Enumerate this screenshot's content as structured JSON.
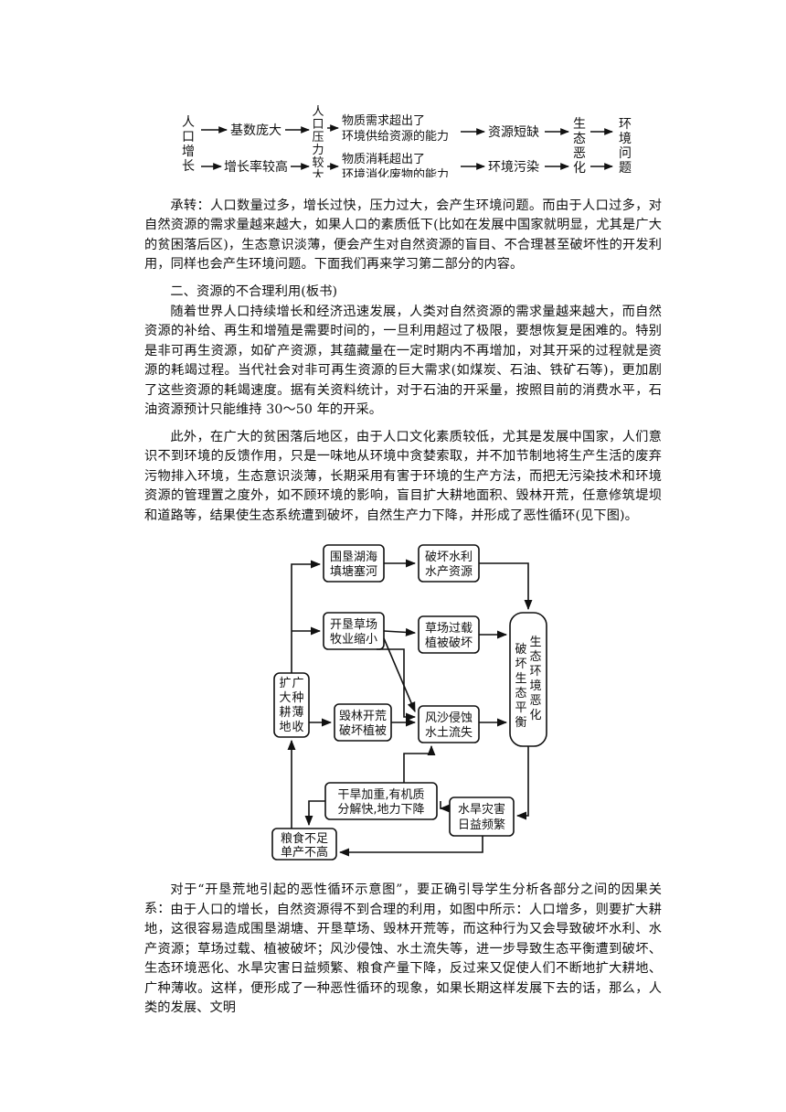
{
  "top_flow": {
    "start_chars": [
      "人",
      "口",
      "增",
      "长"
    ],
    "row1": [
      "基数庞大",
      "物质需求超出了",
      "环境供给资源的能力",
      "资源短缺"
    ],
    "row2": [
      "增长率较高",
      "物质消耗超出了",
      "环境消化废物的能力",
      "环境污染"
    ],
    "pressure_chars": [
      "人",
      "口",
      "压",
      "力",
      "较",
      "大"
    ],
    "eco_chars": [
      "生",
      "态",
      "恶",
      "化"
    ],
    "env_chars": [
      "环",
      "境",
      "问",
      "题"
    ]
  },
  "text": {
    "p1": "承转：人口数量过多，增长过快，压力过大，会产生环境问题。而由于人口过多，对自然资源的需求量越来越大，如果人口的素质低下(比如在发展中国家就明显，尤其是广大的贫困落后区)，生态意识淡薄，便会产生对自然资源的盲目、不合理甚至破坏性的开发利用，同样也会产生环境问题。下面我们再来学习第二部分的内容。",
    "p2": "二、资源的不合理利用(板书)",
    "p3": "随着世界人口持续增长和经济迅速发展，人类对自然资源的需求量越来越大，而自然资源的补给、再生和增殖是需要时间的，一旦利用超过了极限，要想恢复是困难的。特别是非可再生资源，如矿产资源，其蕴藏量在一定时期内不再增加，对其开采的过程就是资源的耗竭过程。当代社会对非可再生资源的巨大需求(如煤炭、石油、铁矿石等)，更加剧了这些资源的耗竭速度。据有关资料统计，对于石油的开采量，按照目前的消费水平，石油资源预计只能维持 30～50 年的开采。",
    "p4": "此外，在广大的贫困落后地区，由于人口文化素质较低，尤其是发展中国家，人们意识不到环境的反馈作用，只是一味地从环境中贪婪索取，并不加节制地将生产生活的废弃污物排入环境，生态意识淡薄，长期采用有害于环境的生产方法，而把无污染技术和环境资源的管理置之度外，如不顾环境的影响，盲目扩大耕地面积、毁林开荒，任意修筑堤坝和道路等，结果使生态系统遭到破坏，自然生产力下降，并形成了恶性循环(见下图)。",
    "p5": "对于“开垦荒地引起的恶性循环示意图”，要正确引导学生分析各部分之间的因果关系：",
    "p6": "由于人口的增长，自然资源得不到合理的利用，如图中所示：人口增多，则要扩大耕地，这很容易造成围垦湖塘、开垦草场、毁林开荒等，而这种行为又会导致破坏水利、水产资源；草场过载、植被破坏；风沙侵蚀、水土流失等，进一步导致生态平衡遭到破坏、生态环境恶化、水旱灾害日益频繁、粮食产量下降，反过来又促使人们不断地扩大耕地、广种薄收。这样，便形成了一种恶性循环的现象，如果长期这样发展下去的话，那么，人类的发展、文明"
  },
  "cycle": {
    "left_chars": [
      "扩",
      "广",
      "大",
      "种",
      "耕",
      "薄",
      "地",
      "收"
    ],
    "wh_l1": "围垦湖海",
    "wh_l2": "填塘塞河",
    "wl_l1": "破坏水利",
    "wl_l2": "水产资源",
    "gl_l1": "开垦草场",
    "gl_l2": "牧业缩小",
    "go_l1": "草场过载",
    "go_l2": "植被破坏",
    "df_l1": "毁林开荒",
    "df_l2": "破坏植被",
    "er_l1": "风沙侵蚀",
    "er_l2": "水土流失",
    "ecoA": [
      "破",
      "坏",
      "生",
      "态",
      "平",
      "衡"
    ],
    "ecoB": [
      "生",
      "态",
      "环",
      "境",
      "恶",
      "化"
    ],
    "dr_l1": "干旱加重,有机质",
    "dr_l2": "分解快,地力下降",
    "fl_l1": "水旱灾害",
    "fl_l2": "日益频繁",
    "gr_l1": "粮食不足",
    "gr_l2": "单产不高"
  }
}
